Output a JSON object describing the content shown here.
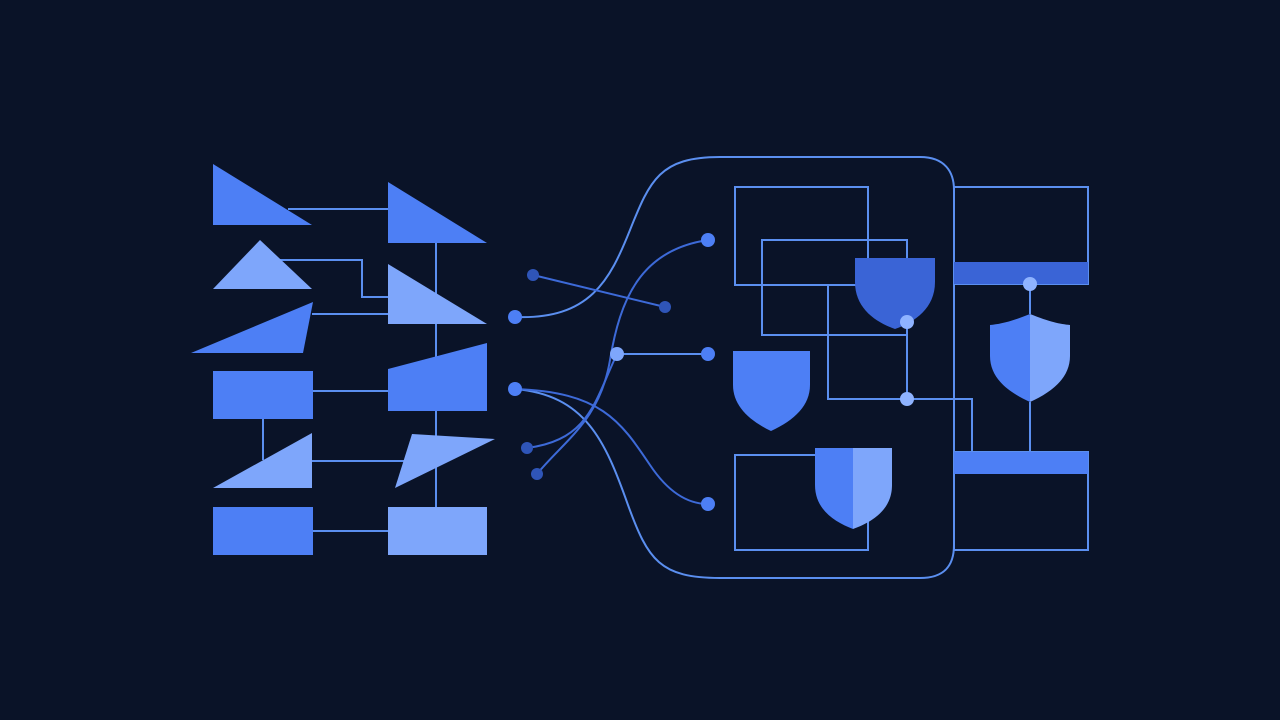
{
  "colors": {
    "background": "#0a1328",
    "primary": "#4d7ff5",
    "light": "#7ea6fb",
    "dark": "#3a64d6",
    "line": "#5b8ff0",
    "muted_dot": "#2f55b8",
    "glow": "#8fb3ff"
  },
  "diagram": {
    "left_group": "input-shapes",
    "center_group": "routing-hub",
    "right_group": "protected-panels"
  }
}
